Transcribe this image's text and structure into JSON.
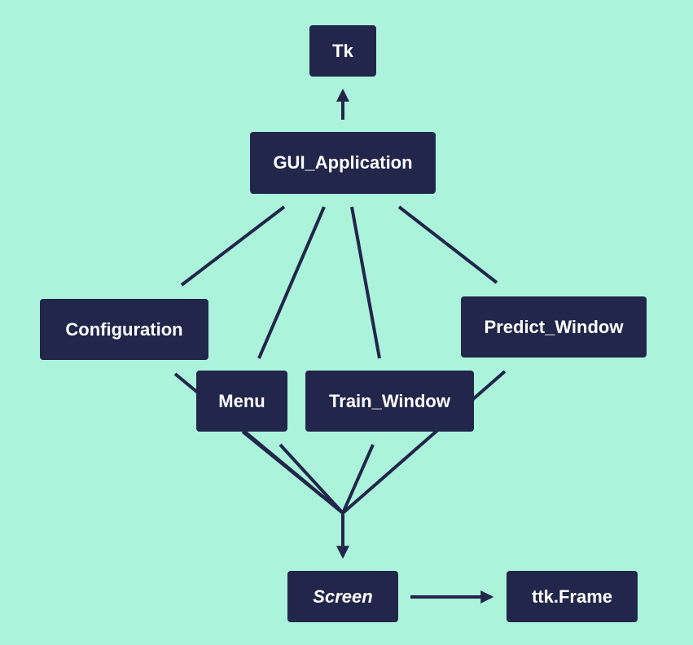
{
  "diagram": {
    "nodes": {
      "tk": "Tk",
      "gui_application": "GUI_Application",
      "configuration": "Configuration",
      "predict_window": "Predict_Window",
      "menu": "Menu",
      "train_window": "Train_Window",
      "screen": "Screen",
      "ttk_frame": "ttk.Frame"
    },
    "edges": [
      {
        "from": "gui_application",
        "to": "tk",
        "style": "arrow"
      },
      {
        "from": "gui_application",
        "to": "configuration",
        "style": "line"
      },
      {
        "from": "gui_application",
        "to": "menu",
        "style": "line"
      },
      {
        "from": "gui_application",
        "to": "train_window",
        "style": "line"
      },
      {
        "from": "gui_application",
        "to": "predict_window",
        "style": "line"
      },
      {
        "from": "configuration",
        "to": "screen",
        "style": "line"
      },
      {
        "from": "menu",
        "to": "screen",
        "style": "line"
      },
      {
        "from": "train_window",
        "to": "screen",
        "style": "line"
      },
      {
        "from": "predict_window",
        "to": "screen",
        "style": "line"
      },
      {
        "from": "screen",
        "to": "ttk_frame",
        "style": "arrow"
      }
    ],
    "colors": {
      "background": "#abf3db",
      "node_fill": "#21264a",
      "node_text": "#ffffff",
      "edge": "#21264a"
    }
  }
}
